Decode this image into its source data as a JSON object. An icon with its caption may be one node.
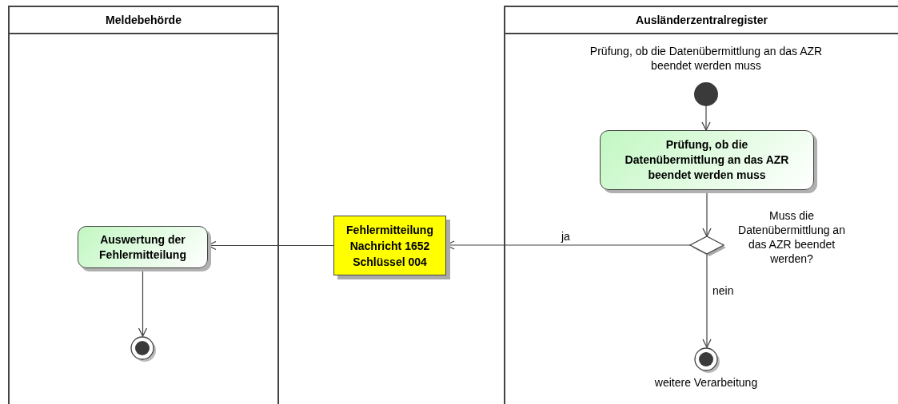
{
  "diagram": {
    "nodes": [
      {
        "text": [
          "Meldebehörde"
        ]
      },
      {
        "text": [
          "Ausländerzentralregister"
        ]
      },
      {
        "text": [],
        "shape": "circle",
        "in": 1,
        "beside": [
          "Prüfung, ob die Datenübermittlung an das AZR beendet werden muss"
        ]
      },
      {
        "text": [
          "Prüfung, ob die Datenübermittlung an das AZR beendet werden muss"
        ],
        "in": 1
      },
      {
        "text": [],
        "shape": "diamond",
        "in": 1,
        "beside": [
          "Muss die Datenübermittlung an das AZR beendet werden?"
        ]
      },
      {
        "text": [],
        "shape": "circle",
        "in": 1,
        "beside": [
          "weitere Verarbeitung"
        ]
      },
      {
        "text": [
          "Fehlermitteilung Nachricht 1652 Schlüssel 004"
        ]
      },
      {
        "text": [
          "Auswertung der Fehlermitteilung"
        ],
        "in": 0
      },
      {
        "text": [],
        "shape": "circle",
        "in": 0
      }
    ],
    "edges": [
      {
        "from": 2,
        "to": 3,
        "arrow": "to"
      },
      {
        "from": 3,
        "to": 4,
        "arrow": "to"
      },
      {
        "from": 4,
        "to": 6,
        "arrow": "to",
        "label": "ja"
      },
      {
        "from": 4,
        "to": 5,
        "arrow": "to",
        "label": "nein"
      },
      {
        "from": 6,
        "to": 7,
        "arrow": "to"
      },
      {
        "from": 7,
        "to": 8,
        "arrow": "to"
      }
    ]
  }
}
